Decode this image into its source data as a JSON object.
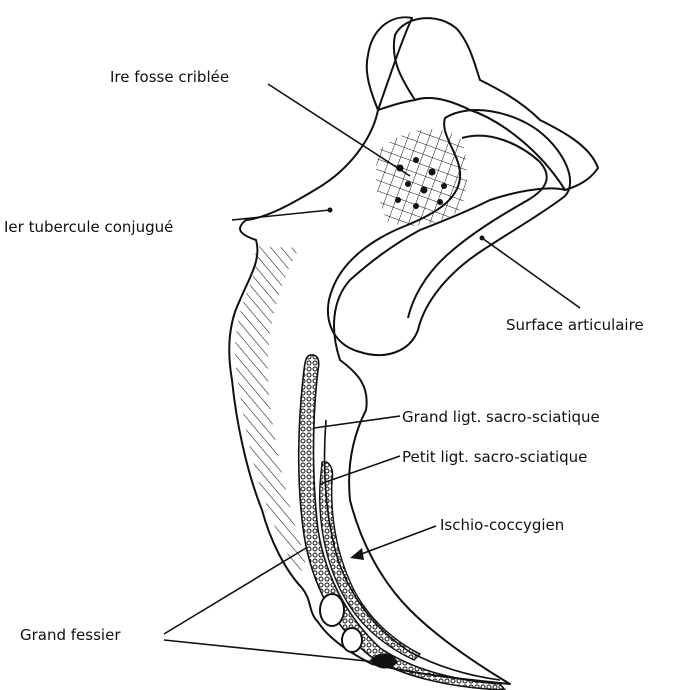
{
  "labels": {
    "fosse_criblee": "Ire fosse criblée",
    "tubercule_conjugue": "Ier tubercule conjugué",
    "surface_articulaire": "Surface articulaire",
    "grand_ligt": "Grand ligt. sacro-sciatique",
    "petit_ligt": "Petit ligt. sacro-sciatique",
    "ischio_coccygien": "Ischio-coccygien",
    "grand_fessier": "Grand fessier"
  },
  "colors": {
    "ink": "#111111",
    "paper": "#ffffff"
  }
}
